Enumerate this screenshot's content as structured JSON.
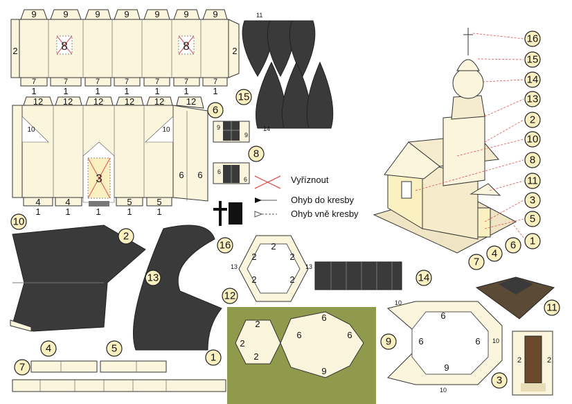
{
  "legend": {
    "cut_label": "Vyříznout",
    "fold_in_label": "Ohyb do kresby",
    "fold_out_label": "Ohyb vně kresby"
  },
  "part_numbers": [
    "1",
    "2",
    "3",
    "4",
    "5",
    "6",
    "7",
    "8",
    "9",
    "10",
    "11",
    "12",
    "13",
    "14",
    "15",
    "16"
  ],
  "fold_numbers": {
    "n1": "1",
    "n2": "2",
    "n3": "3",
    "n4": "4",
    "n5": "5",
    "n6": "6",
    "n7": "7",
    "n8": "8",
    "n9": "9",
    "n10": "10",
    "n11": "11",
    "n12": "12",
    "n13": "13",
    "n14": "14"
  },
  "colors": {
    "paper": "#fbf5dd",
    "roof": "#3a3a3a",
    "grass": "#8f9a4c",
    "callout": "#fbf0c0",
    "cut_line": "#e05050",
    "leader": "#e05050"
  }
}
